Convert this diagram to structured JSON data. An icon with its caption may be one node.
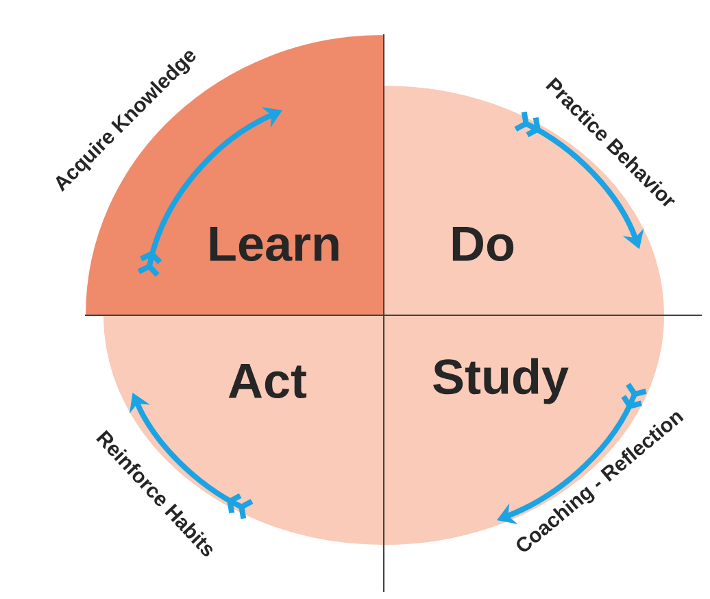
{
  "diagram": {
    "nodes": [
      {
        "text": [
          "Learn"
        ],
        "beside": [
          "Acquire Knowledge"
        ]
      },
      {
        "text": [
          "Do"
        ],
        "beside": [
          "Practice Behavior"
        ]
      },
      {
        "text": [
          "Act"
        ],
        "beside": [
          "Reinforce Habits"
        ]
      },
      {
        "text": [
          "Study"
        ],
        "beside": [
          "Coaching - Reflection"
        ]
      }
    ]
  }
}
